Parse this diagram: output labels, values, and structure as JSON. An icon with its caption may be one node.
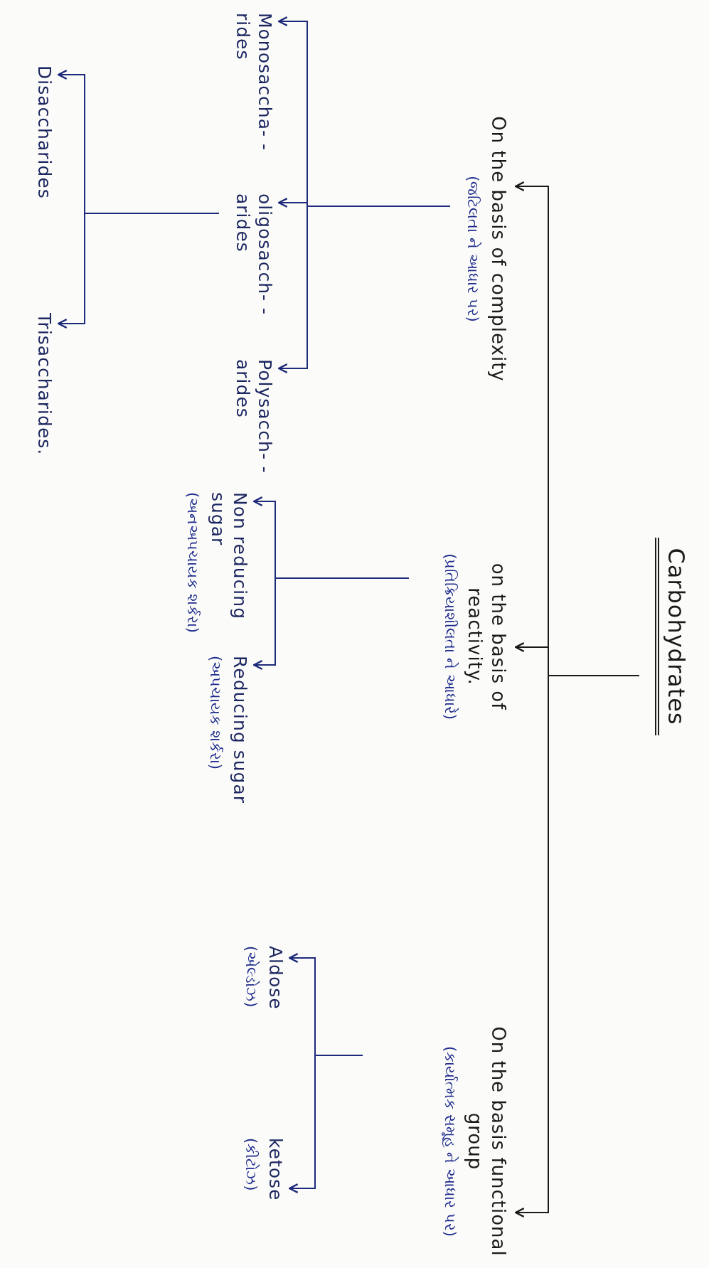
{
  "diagram": {
    "nodes": [
      {
        "text": [
          "Carbohydrates"
        ]
      },
      {
        "text": [
          "On the basis of complexity",
          "(જટિલતા ને આધાર પર)"
        ]
      },
      {
        "text": [
          "on the basis of reactivity.",
          "(પ્રતિક્રિયાશીલતા ને આધારે)"
        ]
      },
      {
        "text": [
          "On the basis functional group",
          "(કાર્યાત્મક સમૂહ ને આધાર પર)"
        ]
      },
      {
        "text": [
          "Monosaccha- -rides"
        ]
      },
      {
        "text": [
          "oligosacch- -arides"
        ]
      },
      {
        "text": [
          "Polysacch- -arides"
        ]
      },
      {
        "text": [
          "Disaccharides"
        ]
      },
      {
        "text": [
          "Trisaccharides."
        ]
      },
      {
        "text": [
          "Non reducing sugar",
          "(અનઅપચાયક શર્કરા)"
        ]
      },
      {
        "text": [
          "Reducing sugar",
          "(અપચાયક શર્કરા)"
        ]
      },
      {
        "text": [
          "Aldose",
          "(એલ્ડોઝ)"
        ]
      },
      {
        "text": [
          "ketose",
          "(કીટોઝ)"
        ]
      }
    ],
    "edges": [
      {
        "from": 0,
        "to": 1,
        "arrow": "to",
        "color": "#1a1a1a"
      },
      {
        "from": 0,
        "to": 2,
        "arrow": "to",
        "color": "#1a1a1a"
      },
      {
        "from": 0,
        "to": 3,
        "arrow": "to",
        "color": "#1a1a1a"
      },
      {
        "from": 1,
        "to": 4,
        "arrow": "to"
      },
      {
        "from": 1,
        "to": 5,
        "arrow": "to"
      },
      {
        "from": 1,
        "to": 6,
        "arrow": "to"
      },
      {
        "from": 5,
        "to": 7,
        "arrow": "to"
      },
      {
        "from": 5,
        "to": 8,
        "arrow": "to"
      },
      {
        "from": 2,
        "to": 9,
        "arrow": "to"
      },
      {
        "from": 2,
        "to": 10,
        "arrow": "to"
      },
      {
        "from": 3,
        "to": 11,
        "arrow": "to"
      },
      {
        "from": 3,
        "to": 12,
        "arrow": "to"
      }
    ]
  }
}
